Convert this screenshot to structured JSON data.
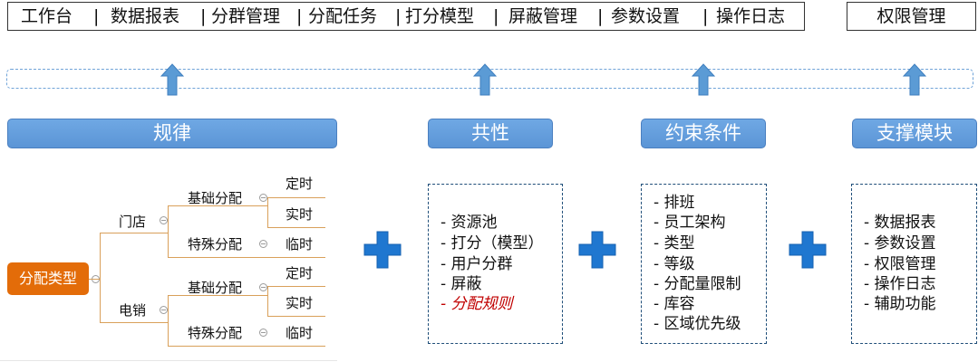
{
  "menu": {
    "items": [
      "工作台",
      "数据报表",
      "分群管理",
      "分配任务",
      "打分模型",
      "屏蔽管理",
      "参数设置",
      "操作日志"
    ],
    "separator": "|",
    "permission": "权限管理"
  },
  "categories": [
    "规律",
    "共性",
    "约束条件",
    "支撑模块"
  ],
  "tree": {
    "root": "分配类型",
    "branches": [
      {
        "label": "门店",
        "children": [
          {
            "label": "基础分配",
            "leaves": [
              "定时",
              "实时"
            ]
          },
          {
            "label": "特殊分配",
            "leaves": [
              "临时"
            ]
          }
        ]
      },
      {
        "label": "电销",
        "children": [
          {
            "label": "基础分配",
            "leaves": [
              "定时",
              "实时"
            ]
          },
          {
            "label": "特殊分配",
            "leaves": [
              "临时"
            ]
          }
        ]
      }
    ]
  },
  "lists": {
    "commonality": [
      "- 资源池",
      "- 打分（模型）",
      "- 用户分群",
      "- 屏蔽",
      "- 分配规则"
    ],
    "constraints": [
      "- 排班",
      "- 员工架构",
      "- 类型",
      "- 等级",
      "- 分配量限制",
      "- 库容",
      "- 区域优先级"
    ],
    "support": [
      "- 数据报表",
      "- 参数设置",
      "- 权限管理",
      "- 操作日志",
      "- 辅助功能"
    ]
  },
  "colors": {
    "category_bar": "#5b95d6",
    "root_node": "#e36c09",
    "tree_line": "#d9a05a",
    "plus": "#1f77d0",
    "arrow": "#5b9bd5",
    "highlight_text": "#c00000"
  }
}
